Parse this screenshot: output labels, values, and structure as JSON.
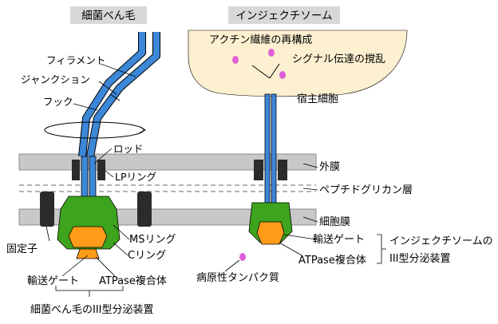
{
  "titles": {
    "left": "細菌べん毛",
    "right": "インジェクチソーム"
  },
  "flagellum_labels": {
    "filament": "フィラメント",
    "junction": "ジャンクション",
    "hook": "フック",
    "rod": "ロッド",
    "lp_ring": "LPリング",
    "stator": "固定子",
    "ms_ring": "MSリング",
    "c_ring": "Cリング",
    "export_gate": "輸送ゲート",
    "atpase": "ATPase複合体",
    "system": "細菌べん毛のIII型分泌装置"
  },
  "membrane_labels": {
    "outer": "外膜",
    "peptidoglycan": "ペプチドグリカン層",
    "inner": "細胞膜"
  },
  "injectisome_labels": {
    "actin": "アクチン繊維の再構成",
    "signal": "シグナル伝達の撹乱",
    "host_cell": "宿主細胞",
    "export_gate": "輸送ゲート",
    "atpase": "ATPase複合体",
    "effector": "病原性タンパク質",
    "system_line1": "インジェクチソームの",
    "system_line2": "III型分泌装置"
  },
  "colors": {
    "filament": "#3c87d8",
    "basal": "#3ea31d",
    "atpase": "#ff9b19",
    "stator": "#2b2b2b",
    "membrane": "#c8c8c8",
    "host": "#fdf0d0",
    "effector": "#e060d8",
    "header_bg": "#d8d8d8"
  }
}
